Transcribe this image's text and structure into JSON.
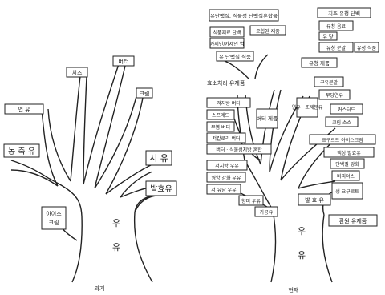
{
  "left_tree": {
    "trunk_label_top": "우",
    "trunk_label_bottom": "유",
    "caption": "과거",
    "labels": {
      "cheese": "치즈",
      "butter": "버터",
      "cream": "크림",
      "milk": "연 유",
      "condensed": "농 축 유",
      "market_milk": "시 유",
      "fermented": "발효유",
      "ice_cream_1": "아이스",
      "ice_cream_2": "크림"
    }
  },
  "right_tree": {
    "trunk_label_top": "우",
    "trunk_label_bottom": "유",
    "caption": "현재",
    "labels": {
      "top_a": "유단백질, 식물성 단백질혼합물",
      "top_b": "식품재료 단백",
      "top_c": "카제인/카제인 염",
      "top_d": "조합된 제품",
      "top_e": "유 단백질 식품",
      "top_f": "치즈 유청 단백",
      "top_g": "유청 음료",
      "top_h": "유 당",
      "top_i": "유청 분말",
      "top_j": "유청 제품",
      "top_k": "유청 식품",
      "enzyme": "효소처리 유제품",
      "butter_group": "버터 제품",
      "b1": "저지방 버터",
      "b2": "스프레드",
      "b3": "무염 버터",
      "b4": "저칼로리 버터",
      "b5": "버터 · 식물성지방 혼합",
      "r1": "구유분말",
      "r2": "무당연유",
      "r3": "연유 · 조제분유",
      "r4": "커스터드",
      "r5": "크림 소스",
      "r6": "요구르트 아이스크림",
      "r7": "액상 발효유",
      "r8": "단백질 강화",
      "r9": "생 요구르트",
      "r10": "비피더스",
      "fermented": "발 효 유",
      "low_milk": "저지방 우유",
      "l1": "영양 강화 우유",
      "l2": "저 유당 우유",
      "l3": "향미 우유",
      "l4": "가공유",
      "bottom_box": "환원 유제품"
    }
  }
}
